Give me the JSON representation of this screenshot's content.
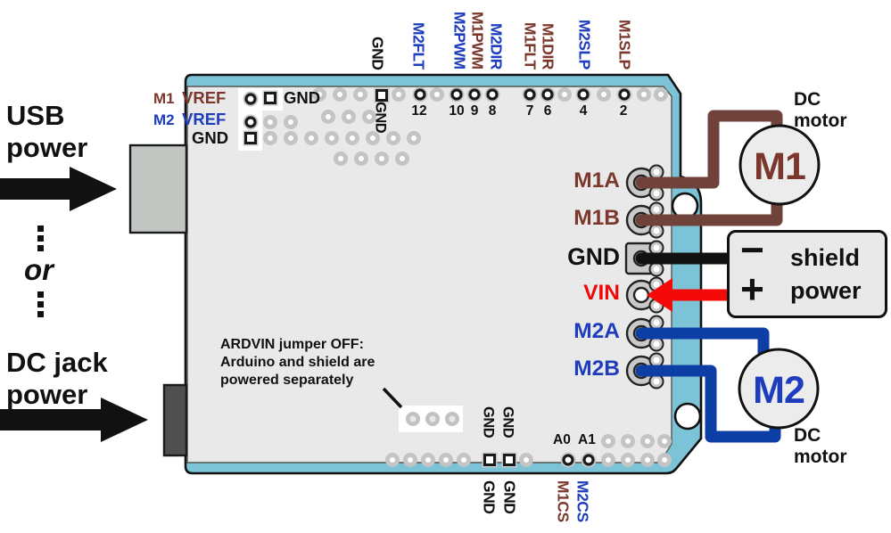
{
  "colors": {
    "m1": "#7b372c",
    "m2": "#1e3cbe",
    "m1_wire": "#6f433a",
    "m2_wire": "#0d3ea6",
    "vin": "#ee0808",
    "vin_wire": "#f60909",
    "board_edge": "#7dc3d8",
    "board_fill": "#e9e9e9",
    "outline": "#111111"
  },
  "left_panel": {
    "usb_power": "USB power",
    "or": "or",
    "dc_jack_power": "DC jack power"
  },
  "board": {
    "vref_m1_prefix": "M1",
    "vref_m2_prefix": "M2",
    "vref_m1": "VREF",
    "vref_m2": "VREF",
    "vref_gnd": "GND",
    "top_gnd_inline": "GND",
    "inner_gnd_top": "GND",
    "digital_pin_numbers": [
      "12",
      "10",
      "9",
      "8",
      "7",
      "6",
      "4",
      "2"
    ],
    "top_signals": [
      "GND",
      "M2FLT",
      "M2PWM",
      "M1PWM",
      "M2DIR",
      "M1FLT",
      "M1DIR",
      "M2SLP",
      "M1SLP"
    ],
    "jumper_note": "ARDVIN jumper OFF:\nArduino and shield are\npowered separately",
    "analog": [
      "A0",
      "A1"
    ],
    "inner_gnd_b1": "GND",
    "inner_gnd_b2": "GND",
    "right_pin_labels": [
      "M1A",
      "M1B",
      "GND",
      "VIN",
      "M2A",
      "M2B"
    ],
    "below_gnd1": "GND",
    "below_gnd2": "GND",
    "below_m1cs": "M1CS",
    "below_m2cs": "M2CS"
  },
  "right_panel": {
    "motor1_name": "M1",
    "motor2_name": "M2",
    "dc_motor_top": "DC motor",
    "dc_motor_bottom": "DC motor",
    "shield_power": {
      "minus": "−",
      "plus": "+",
      "word1": "shield",
      "word2": "power"
    }
  }
}
